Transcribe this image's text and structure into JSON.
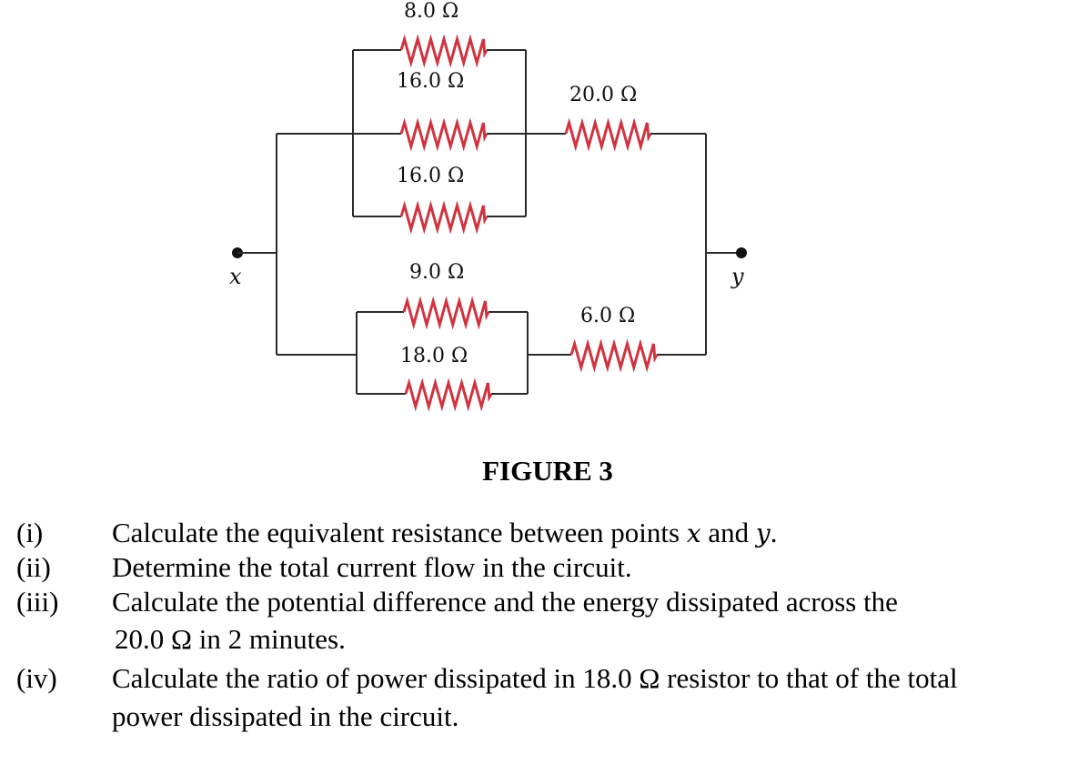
{
  "figure": {
    "caption": "FIGURE 3",
    "nodes": {
      "x_label": "x",
      "y_label": "y"
    },
    "resistors": {
      "top_1": "8.0 Ω",
      "top_2": "16.0 Ω",
      "top_3": "16.0 Ω",
      "series_top": "20.0 Ω",
      "bottom_1": "9.0 Ω",
      "bottom_2": "18.0 Ω",
      "series_bottom": "6.0 Ω"
    },
    "colors": {
      "resistor": "#d0333f",
      "wire": "#2a2a2a"
    }
  },
  "questions": [
    {
      "number": "(i)",
      "text_before": "Calculate the equivalent resistance between points ",
      "var1": "x",
      "text_mid": " and ",
      "var2": "y",
      "text_after": "."
    },
    {
      "number": "(ii)",
      "text": "Determine the total current flow in the circuit."
    },
    {
      "number": "(iii)",
      "line1": "Calculate the potential difference and the energy dissipated across the",
      "line2": "20.0 Ω in 2 minutes."
    },
    {
      "number": "(iv)",
      "line1": "Calculate the ratio of power dissipated in 18.0 Ω resistor to that of the total",
      "line2": "power dissipated in the circuit."
    }
  ]
}
